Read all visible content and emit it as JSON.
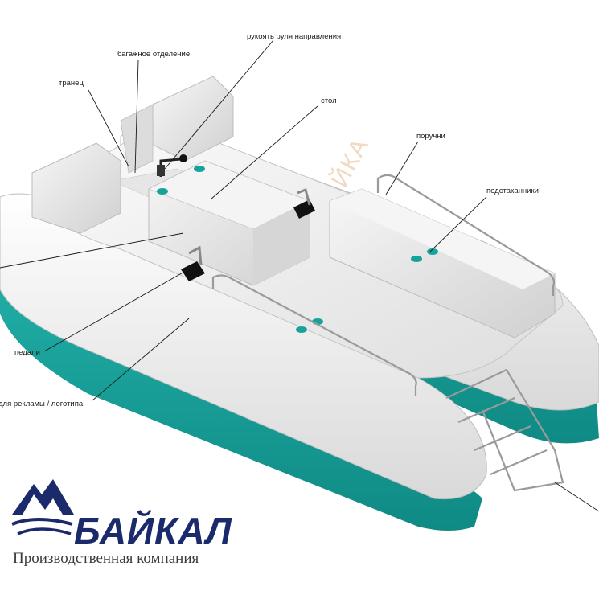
{
  "labels": {
    "transom": "транец",
    "luggage": "багажное отделение",
    "rudder_handle": "рукоять  руля направления",
    "table": "стол",
    "handrails": "поручни",
    "cup_holders": "подстаканники",
    "pedals": "педали",
    "ad_area": "для рекламы / логотипа"
  },
  "watermark": "СУДОМОСТРОЙКА",
  "brand": {
    "name": "БАЙКАЛ",
    "subtitle": "Производственная компания"
  },
  "colors": {
    "hull_teal": "#1aa39c",
    "hull_white": "#f2f2f2",
    "brand_navy": "#1b2a6b"
  }
}
